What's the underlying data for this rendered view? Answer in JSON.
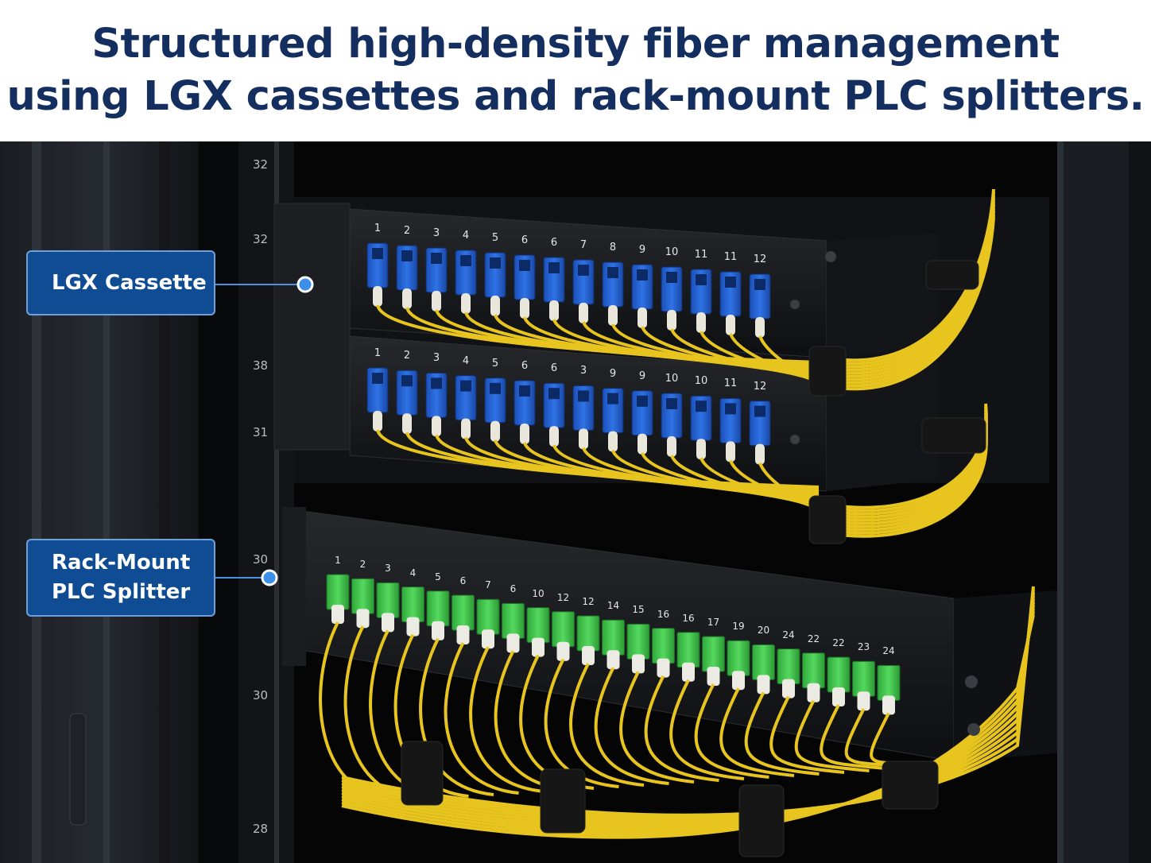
{
  "title": {
    "line1": "Structured high-density fiber management",
    "line2": "using LGX cassettes and rack-mount PLC splitters."
  },
  "callouts": [
    {
      "id": "lgx",
      "lines": [
        "LGX Cassette"
      ]
    },
    {
      "id": "plc",
      "lines": [
        "Rack-Mount",
        "PLC Splitter"
      ]
    }
  ],
  "rack_unit_labels": [
    "32",
    "32",
    "38",
    "31",
    "30",
    "30",
    "28"
  ],
  "lgx_top_port_labels": [
    "1",
    "2",
    "3",
    "4",
    "5",
    "6",
    "6",
    "7",
    "8",
    "9",
    "10",
    "11",
    "11",
    "12"
  ],
  "lgx_bottom_port_labels": [
    "1",
    "2",
    "3",
    "4",
    "5",
    "6",
    "6",
    "3",
    "9",
    "9",
    "10",
    "10",
    "11",
    "12"
  ],
  "plc_port_labels": [
    "1",
    "2",
    "3",
    "4",
    "5",
    "6",
    "7",
    "6",
    "10",
    "12",
    "12",
    "14",
    "15",
    "16",
    "16",
    "17",
    "19",
    "20",
    "24",
    "22",
    "22",
    "23",
    "24"
  ],
  "colors": {
    "title": "#142e5f",
    "callout_bg": "#0f4c93",
    "callout_border": "#6f9fd8",
    "callout_dot": "#3a8fe8",
    "lc_adapter": "#1f5fd1",
    "sc_apc_adapter": "#3cc84a",
    "fiber": "#e8c51e",
    "velcro": "#161616"
  }
}
